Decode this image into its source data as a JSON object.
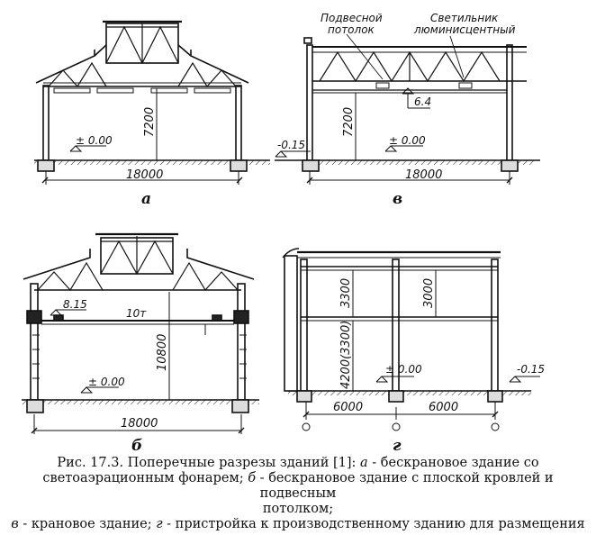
{
  "panel_a": {
    "level": "± 0.00",
    "height": "7200",
    "span": "18000",
    "letter": "а"
  },
  "panel_v": {
    "label_ceiling_1": "Подвесной",
    "label_ceiling_2": "потолок",
    "label_lamp_1": "Светильник",
    "label_lamp_2": "люминисцентный",
    "level_ceiling": "6.4",
    "level_ground": "-0.15",
    "level": "± 0.00",
    "height": "7200",
    "span": "18000",
    "letter": "в"
  },
  "panel_b": {
    "crane_level": "8.15",
    "crane": "10т",
    "height": "10800",
    "level": "± 0.00",
    "span": "18000",
    "letter": "б"
  },
  "panel_g": {
    "h_top_left": "3300",
    "h_top_right": "3000",
    "h_bottom_left": "4200(3300)",
    "level": "± 0.00",
    "level_ground": "-0.15",
    "span_left": "6000",
    "span_right": "6000",
    "letter": "г"
  },
  "caption": {
    "line1_a": "Рис. 17.3. Поперечные  разрезы зданий  [1]:  ",
    "line1_b": "а",
    "line1_c": " - бескрановое здание со",
    "line2_a": "светоаэрационным фонарем;  ",
    "line2_b": "б",
    "line2_c": " - бескрановое здание с плоской кровлей и подвесным",
    "line3": "потолком;",
    "line4_a": "в",
    "line4_b": " - крановое здание;  ",
    "line4_c": "г",
    "line4_d": " - пристройка к производственному зданию для размещения"
  }
}
